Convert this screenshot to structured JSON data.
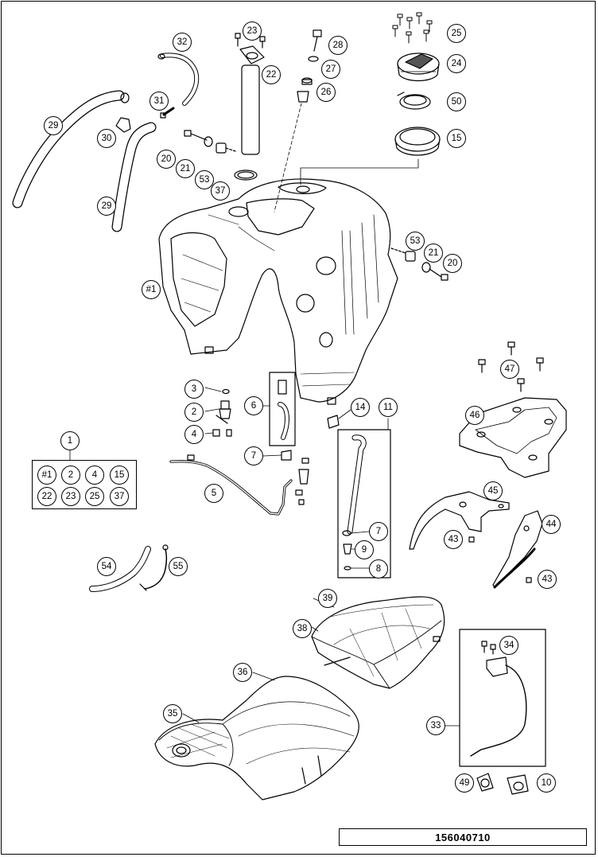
{
  "document": {
    "number": "156040710"
  },
  "kit": {
    "label": "1",
    "items": [
      "#1",
      "2",
      "4",
      "15",
      "22",
      "23",
      "25",
      "37"
    ]
  },
  "callouts": [
    {
      "id": "c23",
      "label": "23"
    },
    {
      "id": "c32",
      "label": "32"
    },
    {
      "id": "c22",
      "label": "22"
    },
    {
      "id": "c28",
      "label": "28"
    },
    {
      "id": "c27",
      "label": "27"
    },
    {
      "id": "c26",
      "label": "26"
    },
    {
      "id": "c25",
      "label": "25"
    },
    {
      "id": "c24",
      "label": "24"
    },
    {
      "id": "c50",
      "label": "50"
    },
    {
      "id": "c15",
      "label": "15"
    },
    {
      "id": "c31",
      "label": "31"
    },
    {
      "id": "c29a",
      "label": "29"
    },
    {
      "id": "c30",
      "label": "30"
    },
    {
      "id": "c20a",
      "label": "20"
    },
    {
      "id": "c21a",
      "label": "21"
    },
    {
      "id": "c53a",
      "label": "53"
    },
    {
      "id": "c37",
      "label": "37"
    },
    {
      "id": "c29b",
      "label": "29"
    },
    {
      "id": "c53b",
      "label": "53"
    },
    {
      "id": "c21b",
      "label": "21"
    },
    {
      "id": "c20b",
      "label": "20"
    },
    {
      "id": "c1main",
      "label": "#1"
    },
    {
      "id": "c47",
      "label": "47"
    },
    {
      "id": "c3",
      "label": "3"
    },
    {
      "id": "c6",
      "label": "6"
    },
    {
      "id": "c14",
      "label": "14"
    },
    {
      "id": "c11",
      "label": "11"
    },
    {
      "id": "c2",
      "label": "2"
    },
    {
      "id": "c46",
      "label": "46"
    },
    {
      "id": "c4",
      "label": "4"
    },
    {
      "id": "c1",
      "label": "1"
    },
    {
      "id": "c7a",
      "label": "7"
    },
    {
      "id": "c5",
      "label": "5"
    },
    {
      "id": "c45",
      "label": "45"
    },
    {
      "id": "c7b",
      "label": "7"
    },
    {
      "id": "c43a",
      "label": "43"
    },
    {
      "id": "c44",
      "label": "44"
    },
    {
      "id": "c9",
      "label": "9"
    },
    {
      "id": "c8",
      "label": "8"
    },
    {
      "id": "c43b",
      "label": "43"
    },
    {
      "id": "c54",
      "label": "54"
    },
    {
      "id": "c55",
      "label": "55"
    },
    {
      "id": "c39",
      "label": "39"
    },
    {
      "id": "c38",
      "label": "38"
    },
    {
      "id": "c34",
      "label": "34"
    },
    {
      "id": "c36",
      "label": "36"
    },
    {
      "id": "c35",
      "label": "35"
    },
    {
      "id": "c33",
      "label": "33"
    },
    {
      "id": "c49",
      "label": "49"
    },
    {
      "id": "c10",
      "label": "10"
    }
  ]
}
